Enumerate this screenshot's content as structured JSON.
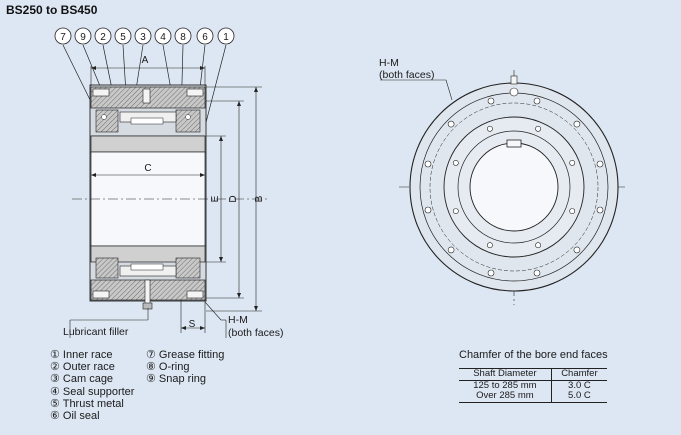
{
  "title": "BS250 to BS450",
  "callouts": [
    "7",
    "9",
    "2",
    "5",
    "3",
    "4",
    "8",
    "6",
    "1"
  ],
  "dimensions": {
    "a": "A",
    "b": "B",
    "c": "C",
    "d": "D",
    "e": "E",
    "s": "S"
  },
  "labels": {
    "lubricant_filler": "Lubricant filler",
    "hm_side_line1": "H-M",
    "hm_side_line2": "(both faces)",
    "hm_front_line1": "H-M",
    "hm_front_line2": "(both faces)"
  },
  "legend_left": [
    "① Inner race",
    "② Outer race",
    "③ Cam cage",
    "④ Seal supporter",
    "⑤ Thrust metal",
    "⑥ Oil seal"
  ],
  "legend_right": [
    "⑦ Grease fitting",
    "⑧ O-ring",
    "⑨ Snap ring"
  ],
  "chamfer": {
    "title": "Chamfer of the bore end faces",
    "headers": [
      "Shaft Diameter",
      "Chamfer"
    ],
    "rows": [
      [
        "125 to 285 mm",
        "3.0 C"
      ],
      [
        "Over 285 mm",
        "5.0 C"
      ]
    ]
  },
  "colors": {
    "background": "#dde7f3",
    "metal": "#c4c4c4",
    "hatch": "#555555",
    "line": "#1a1a1a"
  }
}
